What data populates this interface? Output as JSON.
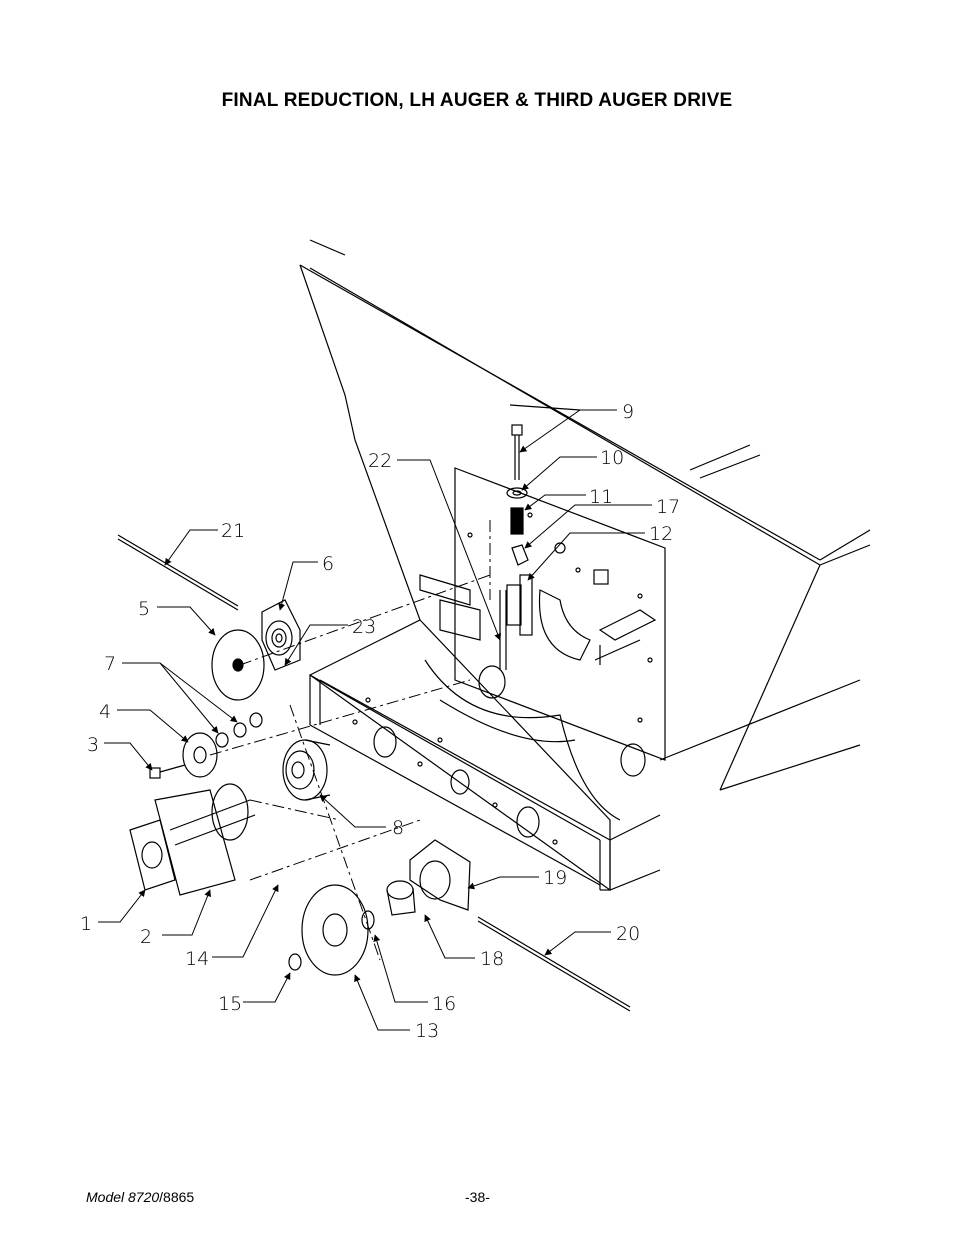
{
  "page": {
    "title": "FINAL REDUCTION, LH AUGER & THIRD AUGER DRIVE",
    "footer_model_prefix": "Model 8720",
    "footer_model_suffix": "/8865",
    "page_number": "-38-"
  },
  "diagram": {
    "icon": "exploded-parts-drawing",
    "callouts": [
      "1",
      "2",
      "3",
      "4",
      "5",
      "6",
      "7",
      "8",
      "9",
      "10",
      "11",
      "12",
      "13",
      "14",
      "15",
      "16",
      "17",
      "18",
      "19",
      "20",
      "21",
      "22",
      "23"
    ]
  }
}
